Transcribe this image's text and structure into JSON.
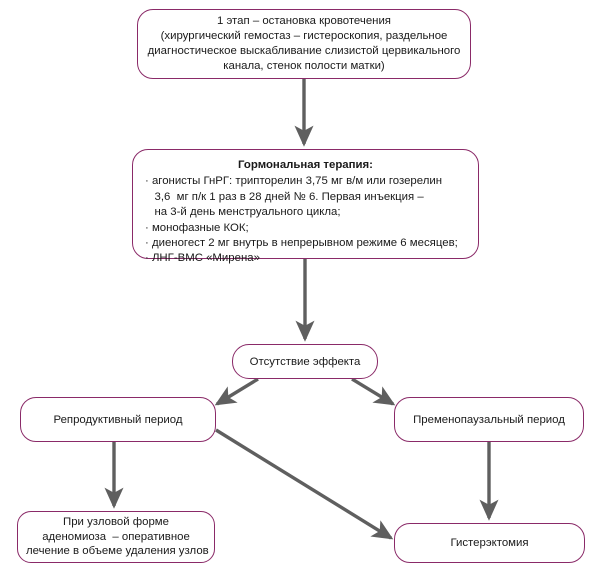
{
  "diagram": {
    "title_present": false,
    "colors": {
      "node_border": "#8a2a68",
      "arrow": "#5f5f5f",
      "node_fill": "#ffffff",
      "text": "#1a1a1a",
      "background": "#ffffff"
    },
    "nodes": {
      "stage1": {
        "lines": [
          "1 этап – остановка кровотечения",
          "(хирургический гемостаз – гистероскопия, раздельное",
          "диагностическое выскабливание слизистой цервикального",
          "канала, стенок полости матки)"
        ]
      },
      "hormonal": {
        "title": "Гормональная терапия:",
        "lines": [
          "· агонисты ГнРГ: трипторелин 3,75 мг в/м или гозерелин",
          "   3,6  мг п/к 1 раз в 28 дней № 6. Первая инъекция –",
          "   на 3-й день менструального цикла;",
          "· монофазные КОК;",
          "· диеногест 2 мг внутрь в непрерывном режиме 6 месяцев;",
          "· ЛНГ-ВМС «Мирена»"
        ]
      },
      "noeffect": {
        "label": "Отсутствие эффекта"
      },
      "reproductive": {
        "label": "Репродуктивный период"
      },
      "premenopausal": {
        "label": "Пременопаузальный период"
      },
      "nodular": {
        "lines": [
          "При узловой форме",
          "аденомиоза  – оперативное",
          "лечение в объеме удаления узлов"
        ]
      },
      "hysterectomy": {
        "label": "Гистерэктомия"
      }
    },
    "edges": [
      {
        "name": "stage1-to-hormonal",
        "from": "stage1",
        "to": "hormonal",
        "style": "vertical-arrow"
      },
      {
        "name": "hormonal-to-noeffect",
        "from": "hormonal",
        "to": "noeffect",
        "style": "vertical-arrow"
      },
      {
        "name": "noeffect-to-reproductive",
        "from": "noeffect",
        "to": "reproductive",
        "style": "diagonal-arrow"
      },
      {
        "name": "noeffect-to-premenopausal",
        "from": "noeffect",
        "to": "premenopausal",
        "style": "diagonal-arrow"
      },
      {
        "name": "reproductive-to-nodular",
        "from": "reproductive",
        "to": "nodular",
        "style": "vertical-arrow"
      },
      {
        "name": "reproductive-to-hysterectomy",
        "from": "reproductive",
        "to": "hysterectomy",
        "style": "diagonal-arrow"
      },
      {
        "name": "premenopausal-to-hysterectomy",
        "from": "premenopausal",
        "to": "hysterectomy",
        "style": "vertical-arrow"
      }
    ]
  }
}
